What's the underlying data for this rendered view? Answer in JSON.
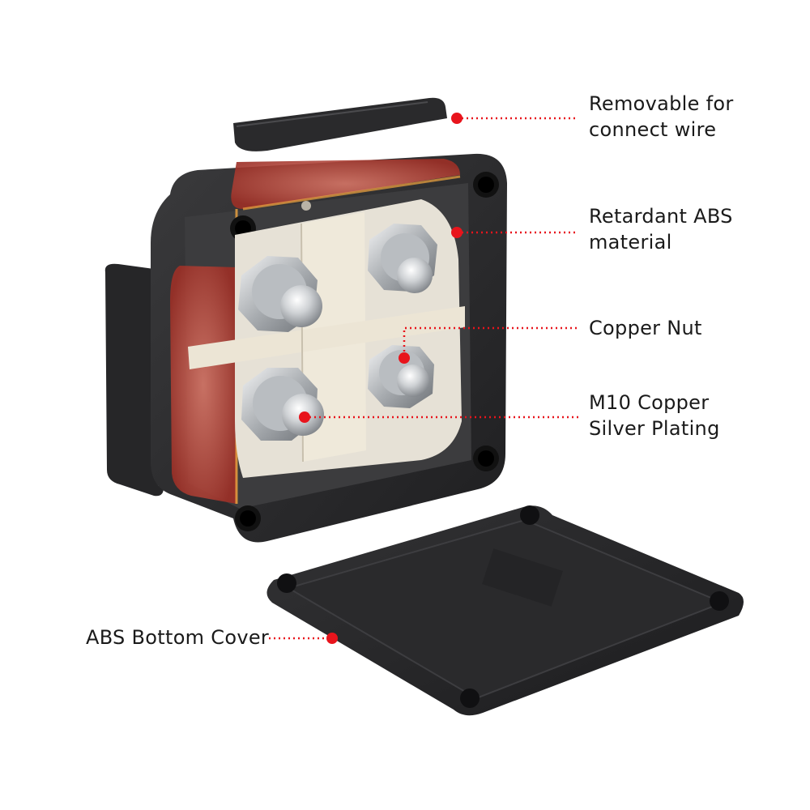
{
  "callouts": {
    "removable": {
      "line1": "Removable for",
      "line2": "connect wire"
    },
    "retardant": {
      "line1": "Retardant ABS",
      "line2": "material"
    },
    "copper_nut": {
      "line1": "Copper Nut"
    },
    "m10": {
      "line1": "M10 Copper",
      "line2": "Silver Plating"
    },
    "bottom_cover": {
      "line1": "ABS Bottom Cover"
    }
  },
  "colors": {
    "callout_dot": "#e8141c",
    "housing": "#2b2b2d",
    "insulator": "#e9e2d3",
    "stud": "#c9cccf",
    "highlight": "#c94a3c"
  }
}
